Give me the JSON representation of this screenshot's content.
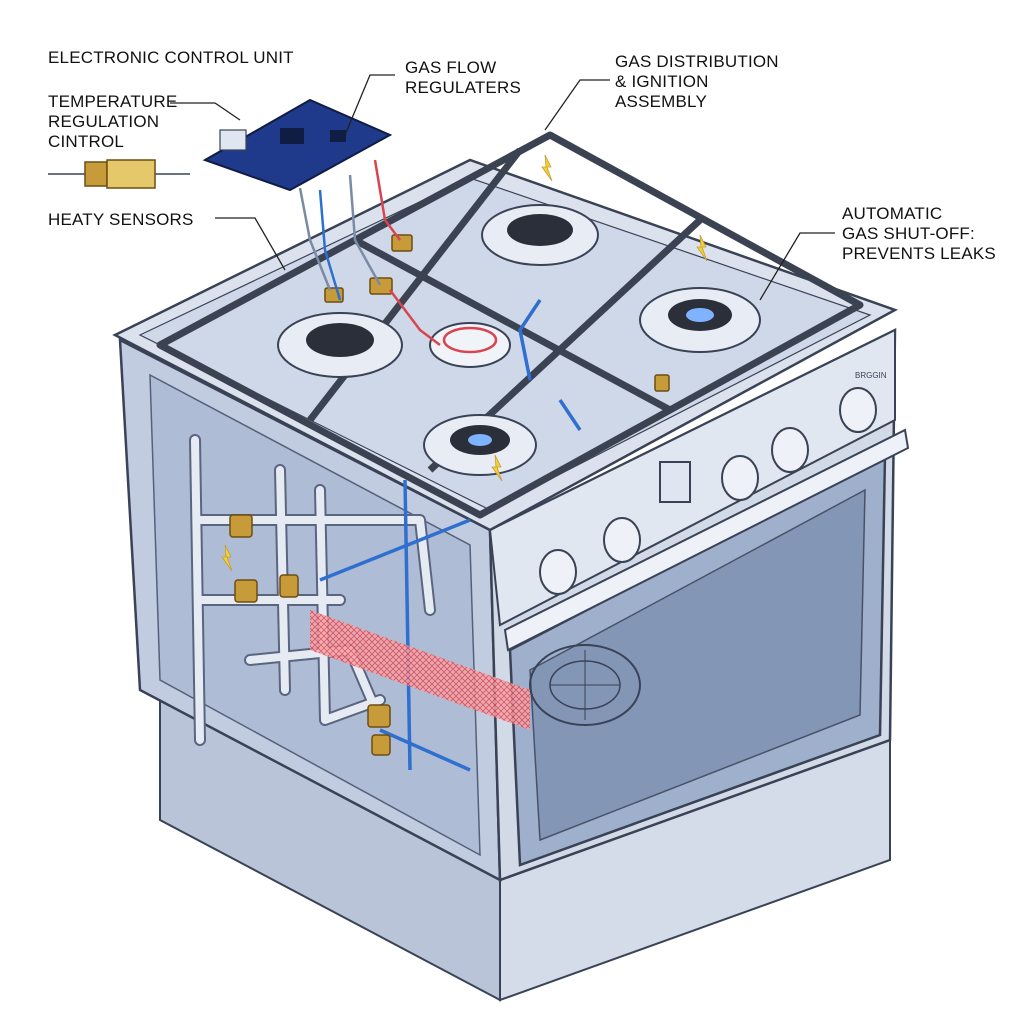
{
  "labels": {
    "ecu": "ELECTRONIC CONTROL UNIT",
    "temperature": "TEMPERATURE\nREGULATION\nCINTROL",
    "sensors": "HEATY SENSORS",
    "regulators": "GAS FLOW\nREGULATERS",
    "distribution": "GAS DISTRIBUTION\n& IGNITION\nASSEMBLY",
    "shutoff": "AUTOMATIC\nGAS SHUT-OFF:\nPREVENTS LEAKS"
  },
  "panel_brand": "BRGGIN",
  "colors": {
    "body": "#c6d0e2",
    "body_dark": "#a7b3ca",
    "outline": "#3a4256",
    "grate": "#3b4252",
    "pipe": "#e6ebf3",
    "gas_line": "#2f6fd0",
    "heat_zone": "#e0525b",
    "brass": "#c79a3a",
    "pcb": "#1f3a8a",
    "flame": "#f2d22e"
  }
}
